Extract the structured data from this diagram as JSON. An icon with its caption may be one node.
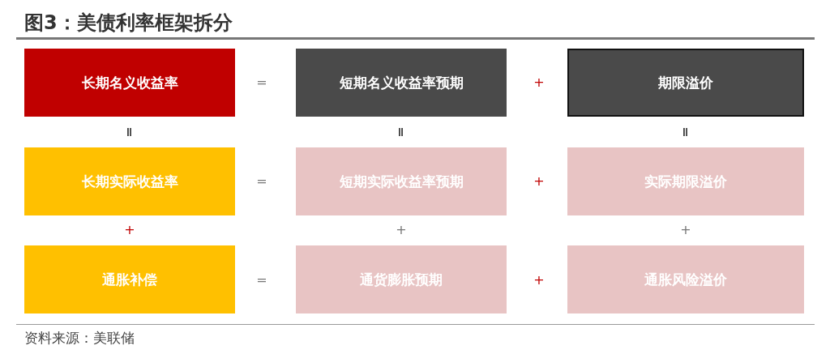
{
  "diagram": {
    "title": "图3：美债利率框架拆分",
    "caption": "资料来源：美联储",
    "nodes": [
      {
        "text": [
          "长期名义收益率"
        ]
      },
      {
        "text": [
          "短期名义收益率预期"
        ]
      },
      {
        "text": [
          "期限溢价"
        ]
      },
      {
        "text": [
          "长期实际收益率"
        ]
      },
      {
        "text": [
          "短期实际收益率预期"
        ]
      },
      {
        "text": [
          "实际期限溢价"
        ]
      },
      {
        "text": [
          "通胀补偿"
        ]
      },
      {
        "text": [
          "通货膨胀预期"
        ]
      },
      {
        "text": [
          "通胀风险溢价"
        ]
      }
    ],
    "labels": [
      "=",
      "+",
      "=",
      "=",
      "=",
      "=",
      "+",
      "+",
      "+",
      "+",
      "=",
      "+"
    ]
  }
}
